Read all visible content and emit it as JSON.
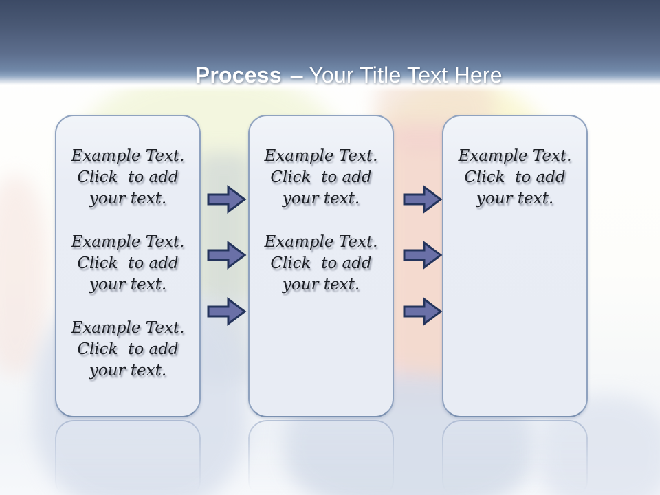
{
  "header": {
    "title_emphasis": "Process",
    "title_rest": "– Your Title Text Here"
  },
  "process": {
    "boxes": [
      {
        "name": "step-1",
        "paragraphs": [
          "Example Text.\nClick  to add\nyour text.",
          "Example Text.\nClick  to add\nyour text.",
          "Example Text.\nClick  to add\nyour text."
        ]
      },
      {
        "name": "step-2",
        "paragraphs": [
          "Example Text.\nClick  to add\nyour text.",
          "Example Text.\nClick  to add\nyour text."
        ]
      },
      {
        "name": "step-3",
        "paragraphs": [
          "Example Text.\nClick  to add\nyour text."
        ]
      }
    ]
  },
  "icons": {
    "arrow": "right-block-arrow"
  },
  "colors": {
    "header_top": "#3c4a65",
    "header_bottom": "#8ca3bf",
    "title_color": "#ffffff",
    "box_fill": "#e9edf5",
    "box_border": "#8fa2bf",
    "accent_arrow": "#6a70a7",
    "arrow_border": "#24345c"
  }
}
